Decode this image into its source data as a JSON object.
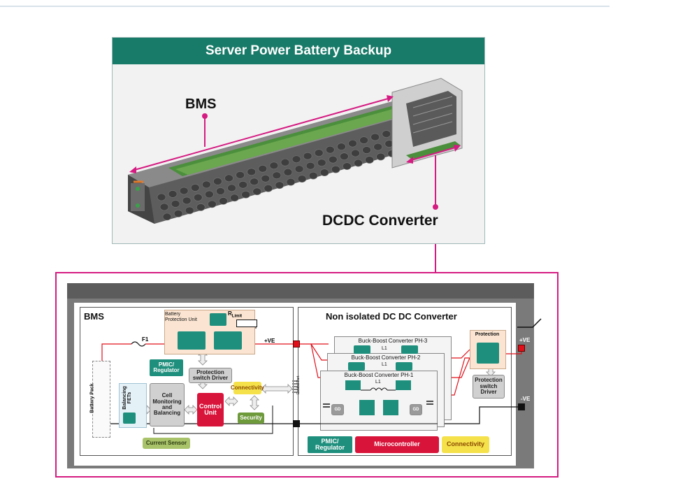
{
  "photo": {
    "title": "Server Power Battery Backup",
    "bms_label": "BMS",
    "dcdc_label": "DCDC Converter"
  },
  "diagram": {
    "bms": {
      "title": "BMS",
      "battery_protection_unit": "Battery Protection Unit",
      "r_limit": "R",
      "r_limit_sub": "Limit",
      "f1": "F1",
      "plus_ve": "+VE",
      "pmic_regulator": "PMIC/ Regulator",
      "protection_switch_driver": "Protection switch Driver",
      "connectivity": "Connectivity",
      "balancing_fets": "Balancing FETs",
      "cell_monitoring": "Cell Monitoring and Balancing",
      "control_unit": "Control Unit",
      "security": "Security",
      "battery_pack": "Battery Pack",
      "current_sensor": "Current Sensor"
    },
    "converter": {
      "title": "Non isolated DC DC Converter",
      "phases": [
        "Buck-Boost Converter PH-3",
        "Buck-Boost Converter PH-2",
        "Buck-Boost Converter PH-1"
      ],
      "inductor": "L1",
      "gd": "GD",
      "protection": "Protection",
      "protection_switch_driver": "Protection switch Driver",
      "pmic_regulator": "PMIC/ Regulator",
      "microcontroller": "Microcontroller",
      "connectivity": "Connectivity",
      "control_port": "Control Port"
    },
    "output": {
      "plus_ve": "+VE",
      "minus_ve": "-VE"
    },
    "colors": {
      "accent_pink": "#d51b82",
      "header_teal": "#187a68",
      "wire_red": "#e0101a"
    }
  }
}
